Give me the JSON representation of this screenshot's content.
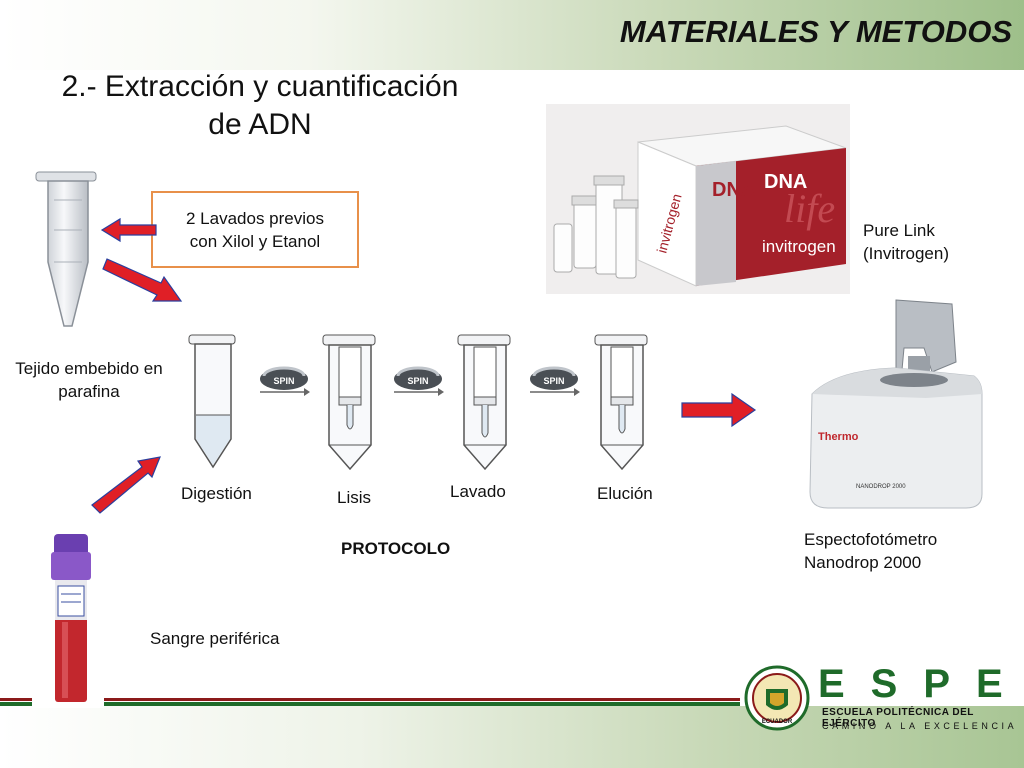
{
  "header": {
    "section_title": "MATERIALES Y METODOS"
  },
  "slide": {
    "title_line1": "2.- Extracción y cuantificación",
    "title_line2": "de ADN"
  },
  "prewash": {
    "line1": "2 Lavados previos",
    "line2": "con Xilol y Etanol"
  },
  "samples": {
    "tissue_line1": "Tejido embebido en",
    "tissue_line2": "parafina",
    "blood": "Sangre periférica"
  },
  "protocol": {
    "label": "PROTOCOLO",
    "steps": [
      "Digestión",
      "Lisis",
      "Lavado",
      "Elución"
    ],
    "spin_text": "SPIN"
  },
  "kit": {
    "line1": "Pure Link",
    "line2": "(Invitrogen)",
    "box_text_dna": "DNA",
    "box_brand": "invitrogen",
    "box_script": "life"
  },
  "spectro": {
    "line1": "Espectofotómetro",
    "line2": "Nanodrop 2000",
    "brand": "Thermo",
    "model": "NANODROP 2000"
  },
  "footer": {
    "logo_letters": "ESPE",
    "logo_name": "ESCUELA POLITÉCNICA DEL EJÉRCITO",
    "logo_motto": "CAMINO A LA EXCELENCIA",
    "seal_text": "ECUADOR"
  },
  "colors": {
    "arrow_red": "#e01f26",
    "arrow_blue": "#2a3f9e",
    "espe_green": "#1f6b2a",
    "box_border": "#e8904a"
  }
}
